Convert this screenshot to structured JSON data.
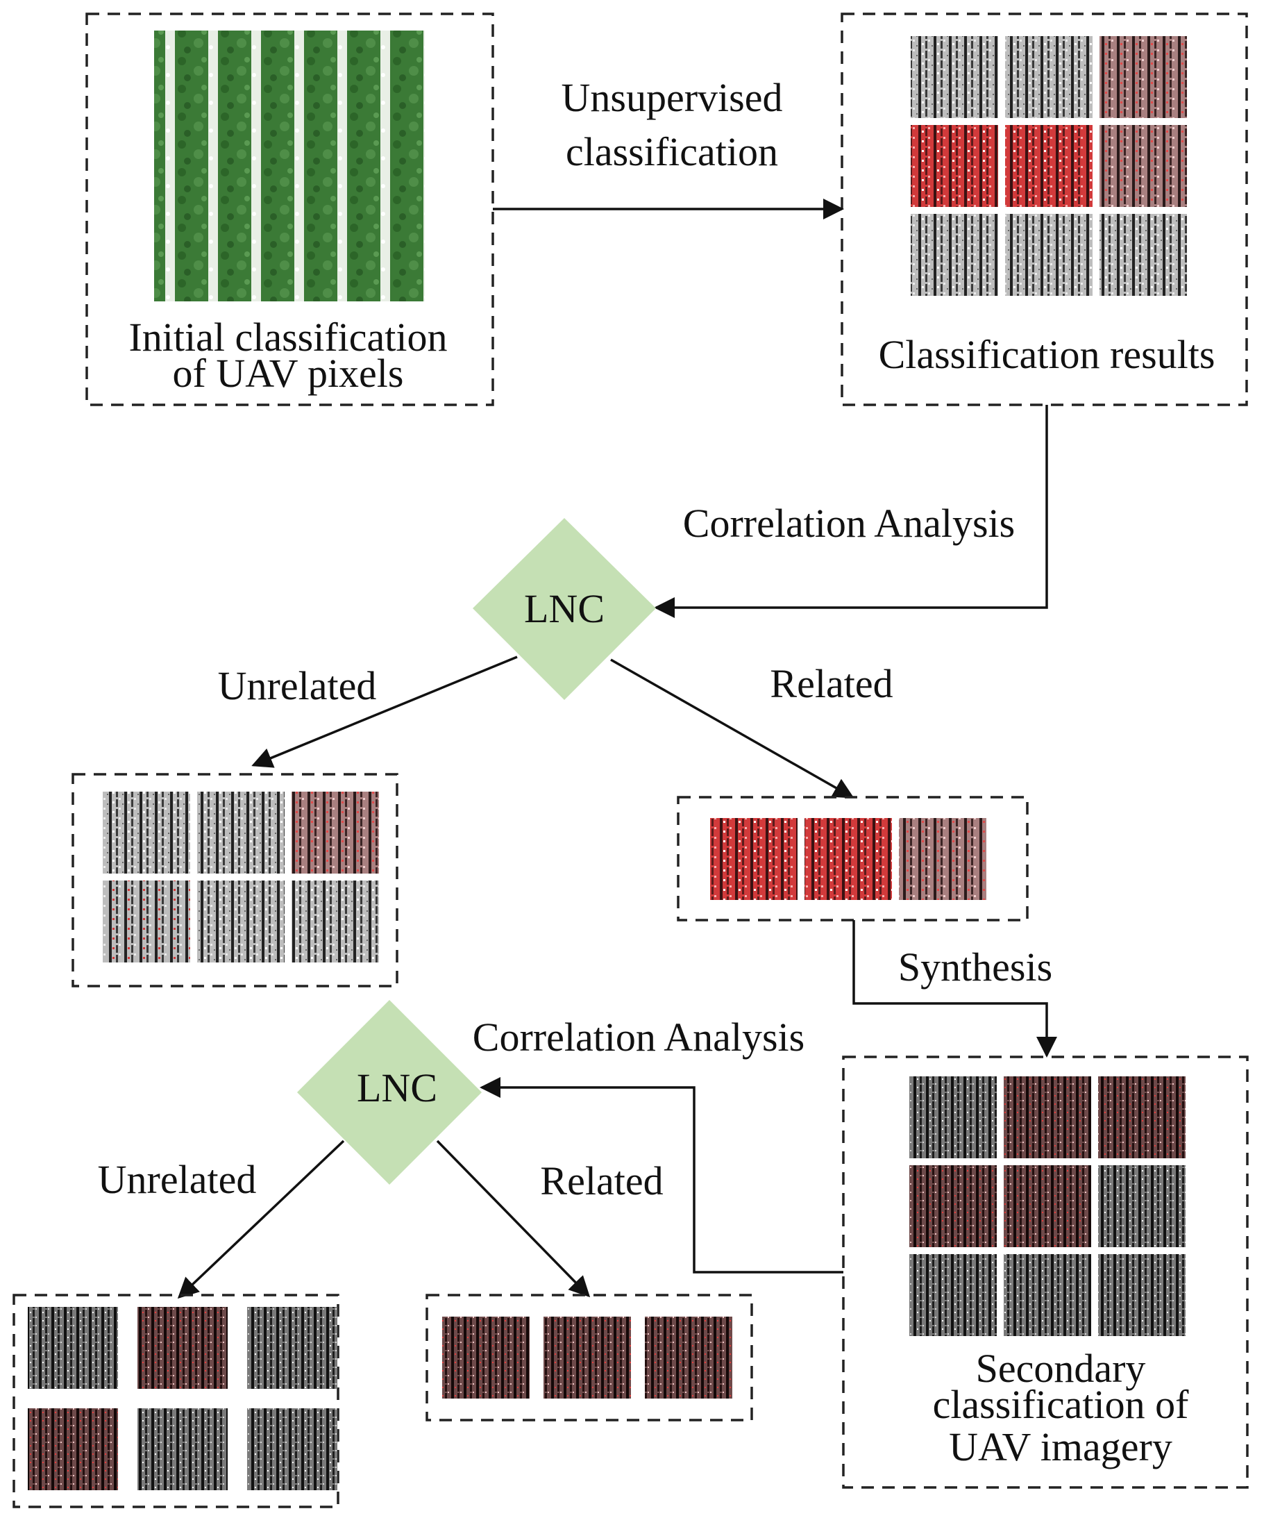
{
  "colors": {
    "diamond": "#c5e0b4",
    "green_field": "#3f7a3a",
    "red_class": "#c0302f",
    "gray_class": "#8a8a8a"
  },
  "boxes": {
    "initial": {
      "caption_line1": "Initial classification",
      "caption_line2": "of UAV pixels"
    },
    "classification_results": {
      "caption": "Classification results"
    },
    "secondary": {
      "caption_line1": "Secondary",
      "caption_line2": "classification of",
      "caption_line3": "UAV imagery"
    }
  },
  "edges": {
    "unsupervised_line1": "Unsupervised",
    "unsupervised_line2": "classification",
    "correlation_1": "Correlation Analysis",
    "correlation_2": "Correlation Analysis",
    "unrelated_1": "Unrelated",
    "related_1": "Related",
    "synthesis": "Synthesis",
    "unrelated_2": "Unrelated",
    "related_2": "Related"
  },
  "nodes": {
    "lnc_1": "LNC",
    "lnc_2": "LNC"
  },
  "tile_sets": {
    "classification_results": [
      "gray",
      "gray",
      "redish",
      "red",
      "red",
      "redish",
      "gray",
      "gray",
      "gray"
    ],
    "unrelated_1": [
      "gray",
      "gray",
      "redish",
      "grayred",
      "gray",
      "gray"
    ],
    "related_1": [
      "red",
      "red",
      "redish"
    ],
    "secondary": [
      "dark",
      "darkred",
      "darkred",
      "darkred",
      "darkred",
      "dark",
      "dark",
      "dark",
      "dark"
    ],
    "unrelated_2": [
      "dark",
      "darkred",
      "dark",
      "darkred",
      "dark",
      "dark"
    ],
    "related_2": [
      "darkred",
      "darkred",
      "darkred"
    ]
  }
}
